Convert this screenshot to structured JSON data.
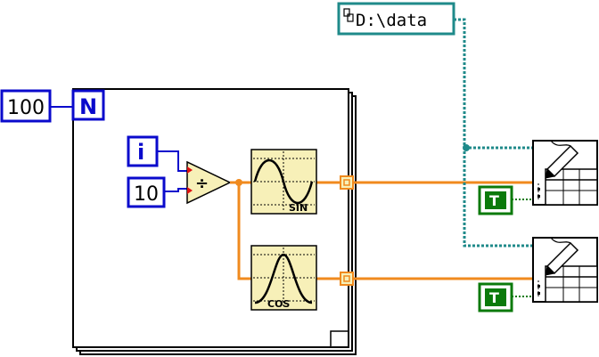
{
  "diagram": {
    "count_constant": "100",
    "count_terminal_label": "N",
    "iteration_terminal_label": "i",
    "divisor_constant": "10",
    "divide_symbol": "÷",
    "sin_label": "SIN",
    "cos_label": "COS",
    "file_path": "D:\\data",
    "true_constant_1": "T",
    "true_constant_2": "T",
    "colors": {
      "numeric_blue": "#0a0acc",
      "dbl_wire_orange": "#f08a1e",
      "path_teal": "#1f8a8a",
      "bool_green": "#0b7a0b",
      "node_yellow": "#f7f0b8"
    },
    "icons": {
      "divide": "divide-node-icon",
      "sine": "sine-waveform-icon",
      "cosine": "cosine-waveform-icon",
      "write_spreadsheet": "write-to-spreadsheet-file-icon"
    }
  }
}
